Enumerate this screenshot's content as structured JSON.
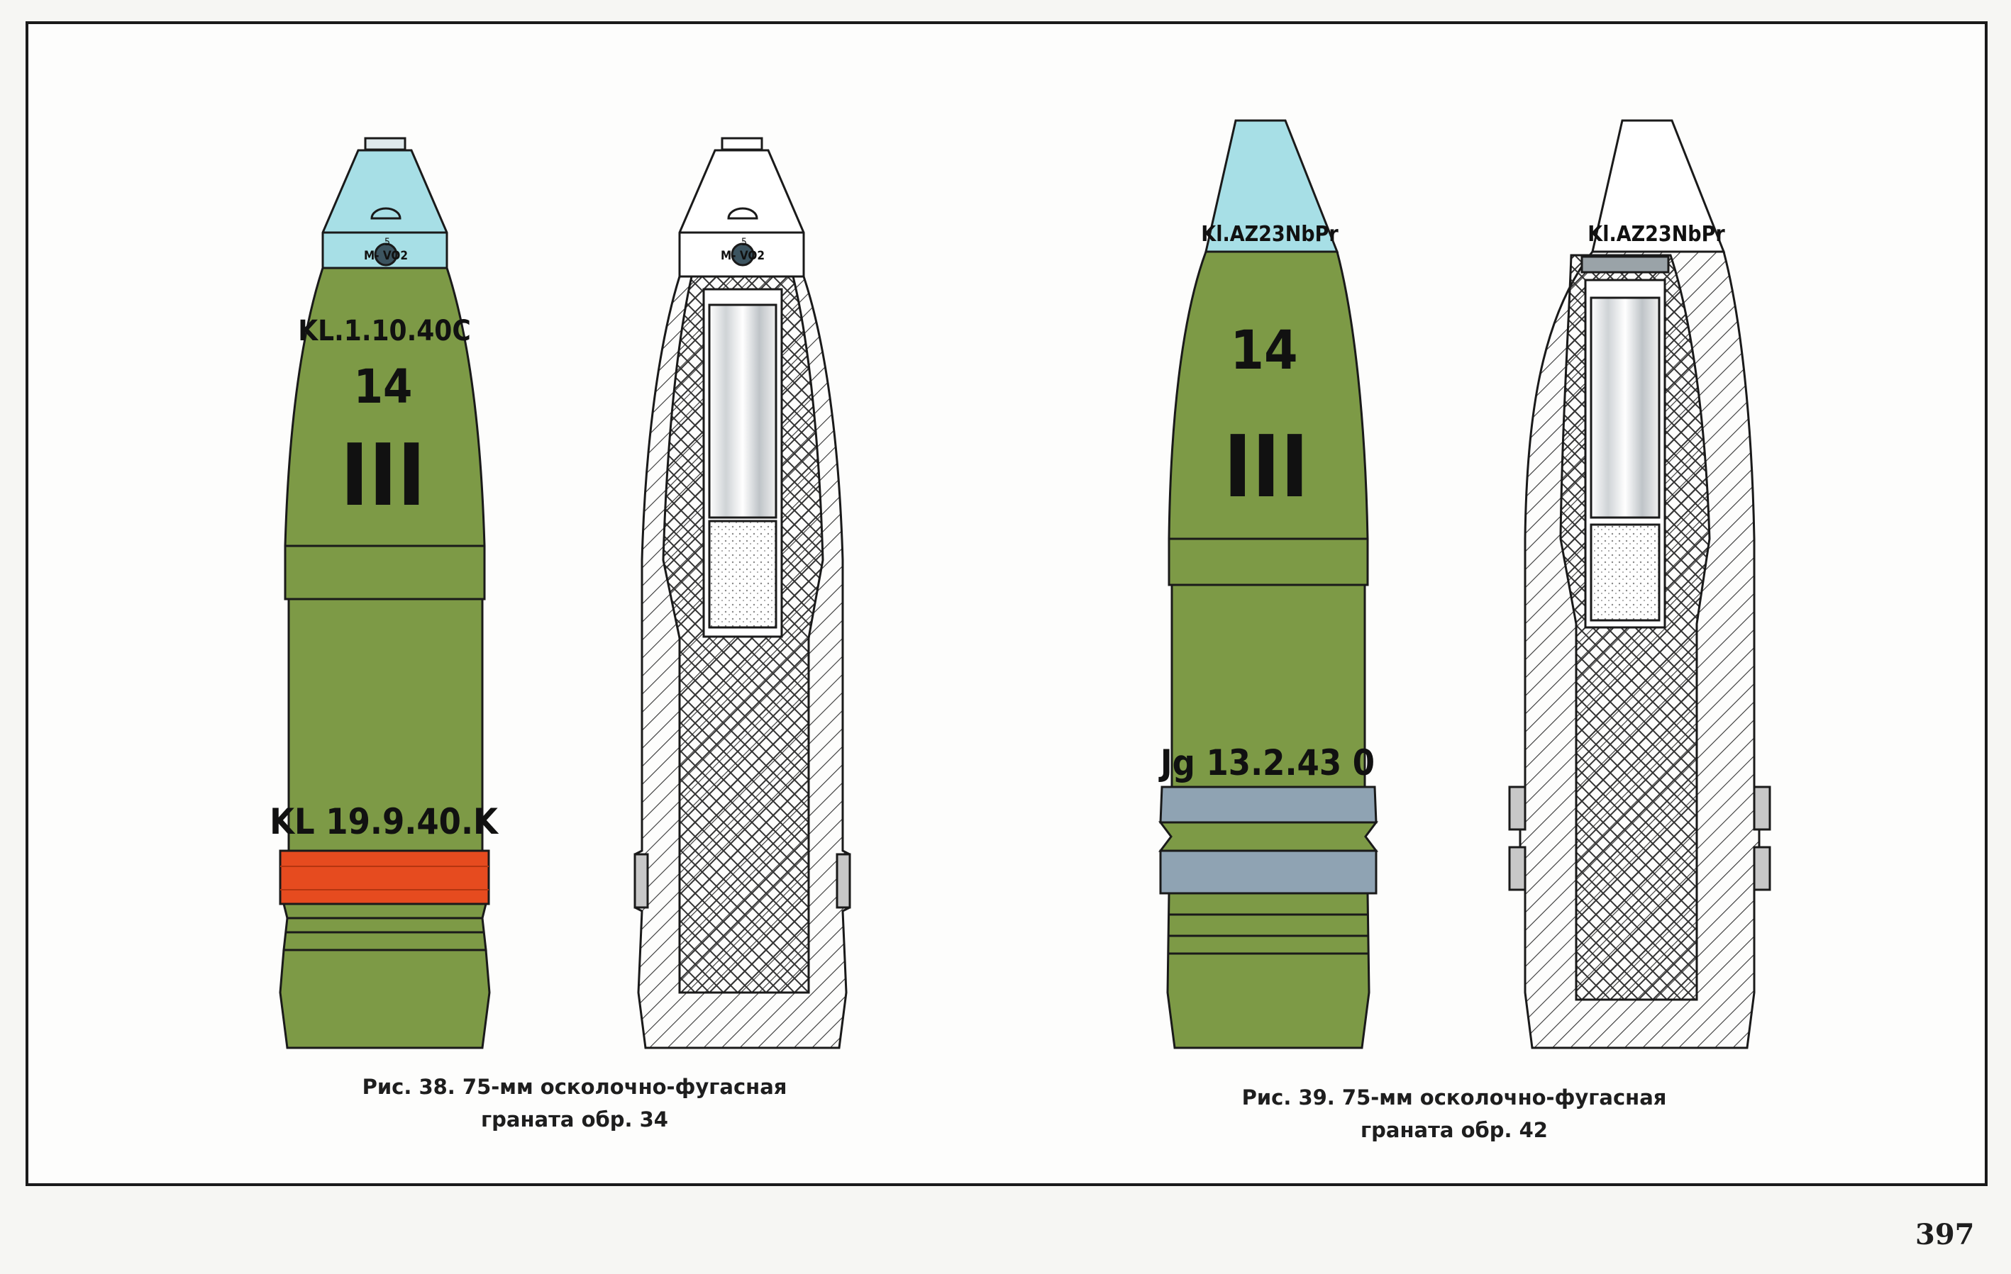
{
  "figures": [
    {
      "caption_line1": "Рис. 38. 75-мм осколочно-фугасная",
      "caption_line2": "граната обр. 34",
      "shell_markings": {
        "fuze_marking_top": "5",
        "fuze_marking": "M- VO2",
        "upper_date": "KL.1.10.40C",
        "number": "14",
        "roman": "III",
        "lower_marking": "KL 19.9.40.K"
      },
      "section_fuze_marking_top": "5",
      "section_fuze_marking": "M- VO2"
    },
    {
      "caption_line1": "Рис. 39. 75-мм осколочно-фугасная",
      "caption_line2": "граната обр. 42",
      "shell_markings": {
        "nose_marking": "Kl.AZ23NbPr",
        "number": "14",
        "roman": "III",
        "lower_marking": "Jg 13.2.43 0"
      },
      "section_nose_marking": "Kl.AZ23NbPr"
    }
  ],
  "page_number": "397",
  "colors": {
    "shell_green": "#7d9a46",
    "fuze_blue": "#a7dfe6",
    "driving_band_orange": "#e64b1f",
    "driving_band_steel": "#8fa3b3",
    "outline": "#1a1a1a"
  }
}
